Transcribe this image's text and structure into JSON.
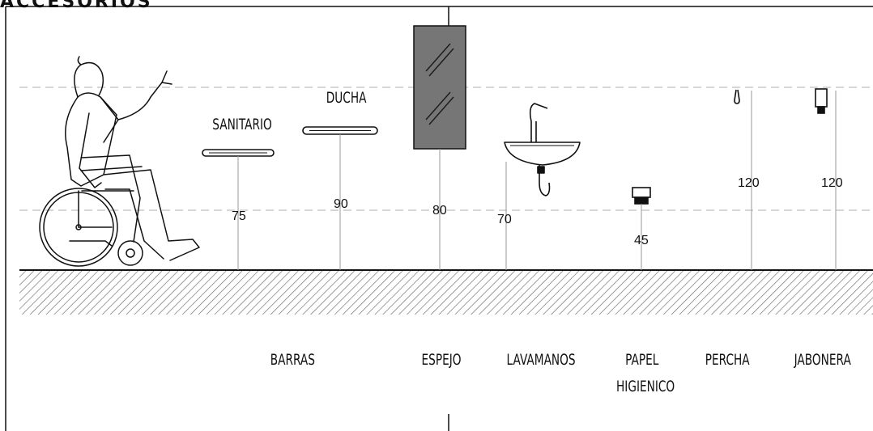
{
  "header": {
    "title": "ACCESORIOS"
  },
  "diagram": {
    "bar_labels": {
      "sanitario": "SANITARIO",
      "ducha": "DUCHA"
    },
    "heights": {
      "sanitario_bar": "75",
      "ducha_bar": "90",
      "espejo": "80",
      "lavamanos": "70",
      "papel": "45",
      "percha": "120",
      "jabonera": "120"
    },
    "bottom_labels": {
      "barras": "BARRAS",
      "espejo": "ESPEJO",
      "lavamanos": "LAVAMANOS",
      "papel_line1": "PAPEL",
      "papel_line2": "HIGIENICO",
      "percha": "PERCHA",
      "jabonera": "JABONERA"
    }
  },
  "colors": {
    "mirror_fill": "#767676",
    "line": "#111111",
    "dash": "#bdbdbd",
    "hatch": "#6a6a6a"
  }
}
